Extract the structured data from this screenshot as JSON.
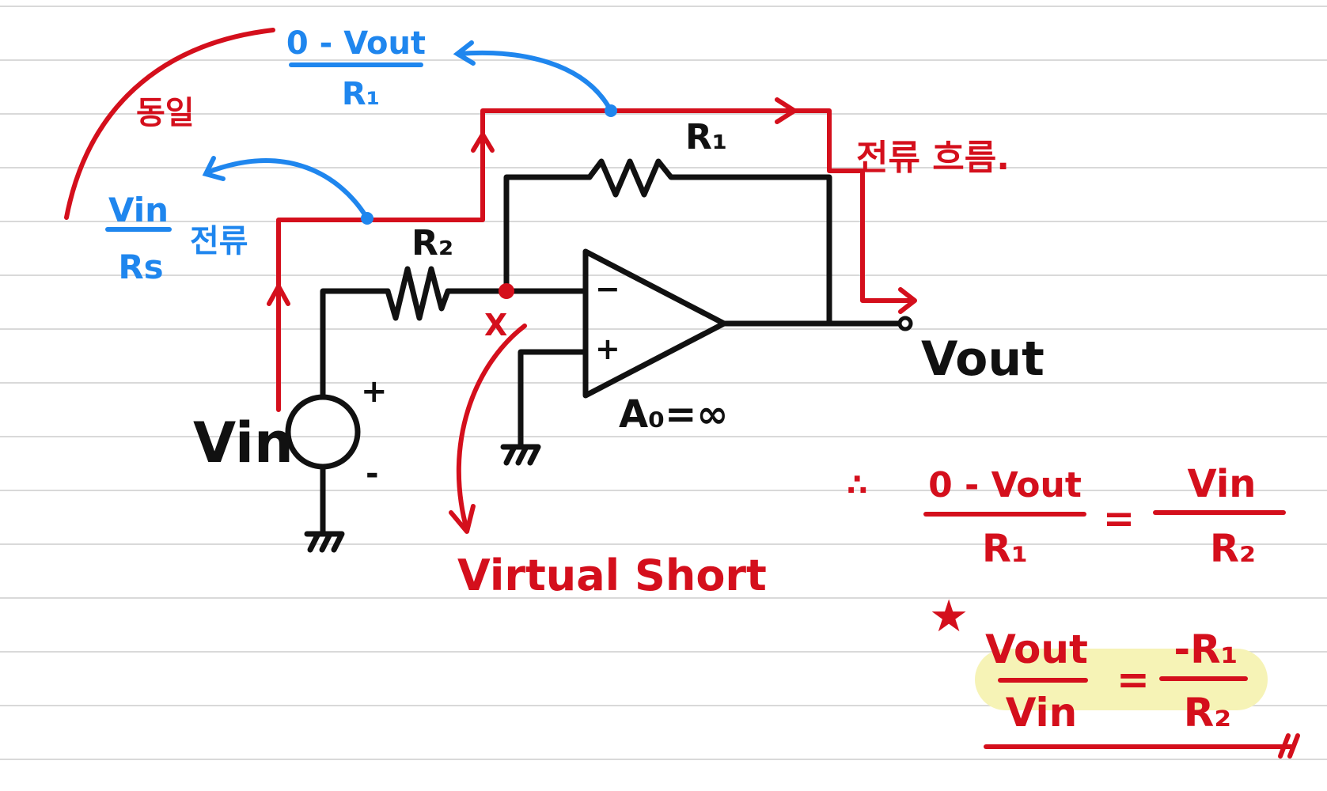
{
  "colors": {
    "ink_black": "#111111",
    "ink_red": "#d40f1c",
    "ink_blue": "#1f86ee",
    "highlight": "#f6f3b6",
    "ruled_line": "#d9d9d9"
  },
  "labels": {
    "current_from_r1_num": "0 - Vout",
    "current_from_r1_den": "R₁",
    "same": "동일",
    "current_from_rs_num": "Vin",
    "current_from_rs_den": "Rs",
    "current_word": "전류",
    "r1": "R₁",
    "r2": "R₂",
    "current_flow": "전류 흐름.",
    "x_node": "X",
    "minus_input": "−",
    "plus_input": "+",
    "gain": "A₀=∞",
    "vout": "Vout",
    "vin": "Vin",
    "source_plus": "+",
    "source_minus": "-",
    "virtual_short": "Virtual Short",
    "therefore": "∴",
    "eq1_left_num": "0 - Vout",
    "eq1_left_den": "R₁",
    "eq1_equals": "=",
    "eq1_right_num": "Vin",
    "eq1_right_den": "R₂",
    "star": "★",
    "eq2_left_num": "Vout",
    "eq2_left_den": "Vin",
    "eq2_equals": "=",
    "eq2_right_num": "-R₁",
    "eq2_right_den": "R₂",
    "end_mark": "//"
  }
}
